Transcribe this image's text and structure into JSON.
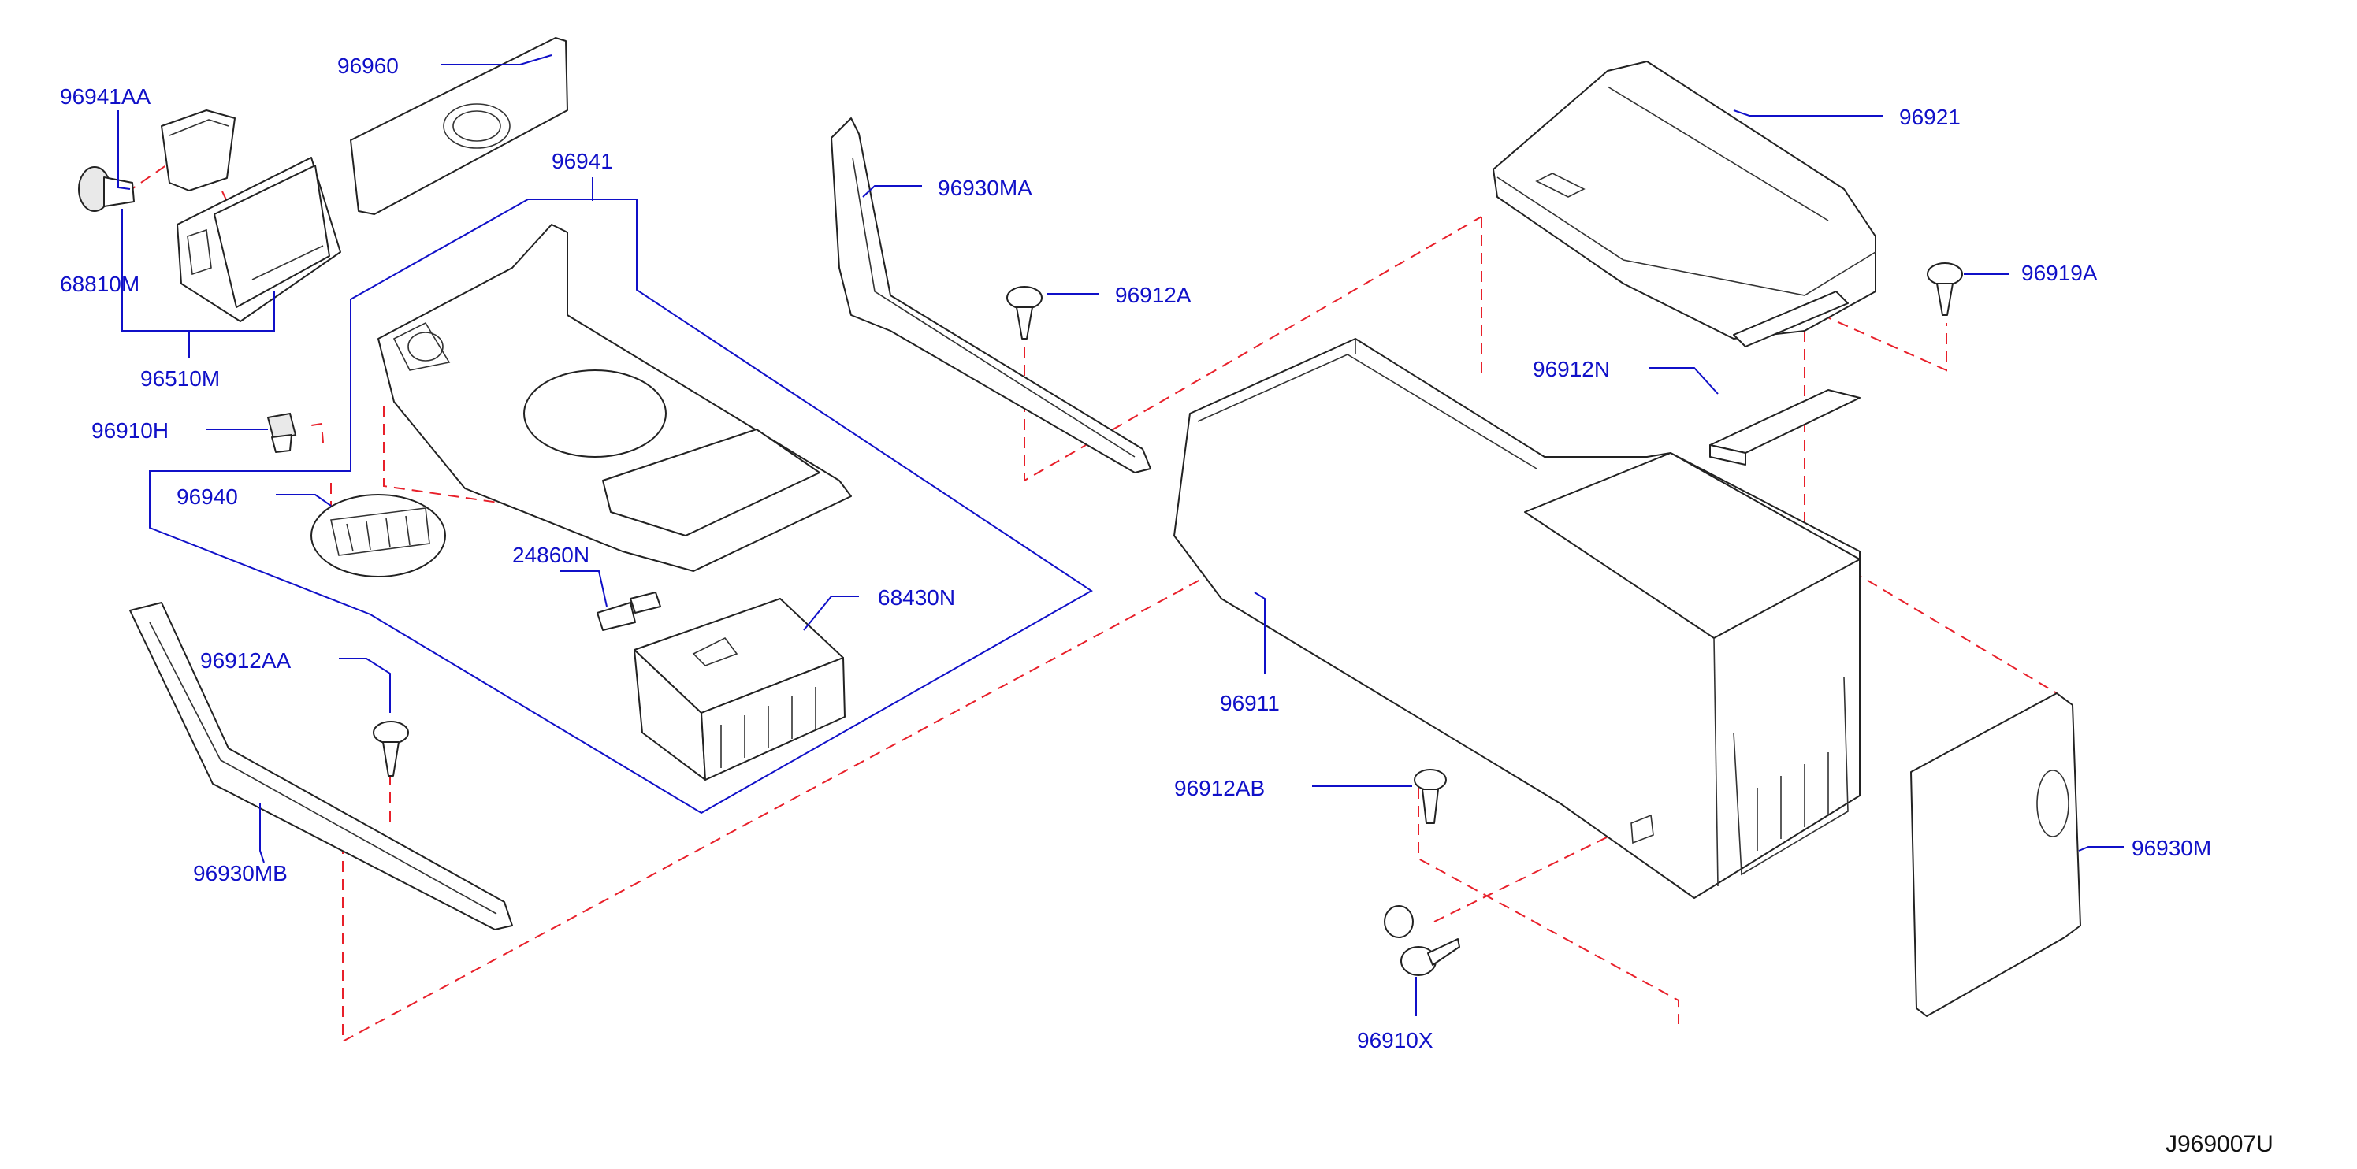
{
  "labels": {
    "p96941AA": "96941AA",
    "p96960": "96960",
    "p96941": "96941",
    "p68810M": "68810M",
    "p96510M": "96510M",
    "p96910H": "96910H",
    "p96940": "96940",
    "p24860N": "24860N",
    "p68430N": "68430N",
    "p96912AA": "96912AA",
    "p96930MB": "96930MB",
    "p96930MA": "96930MA",
    "p96912A": "96912A",
    "p96921": "96921",
    "p96919A": "96919A",
    "p96912N": "96912N",
    "p96911": "96911",
    "p96912AB": "96912AB",
    "p96930M": "96930M",
    "p96910X": "96910X"
  },
  "diagram_ref": "J969007U",
  "colors": {
    "label": "#1010c8",
    "dashed": "#e8202a",
    "outline": "#222222"
  }
}
